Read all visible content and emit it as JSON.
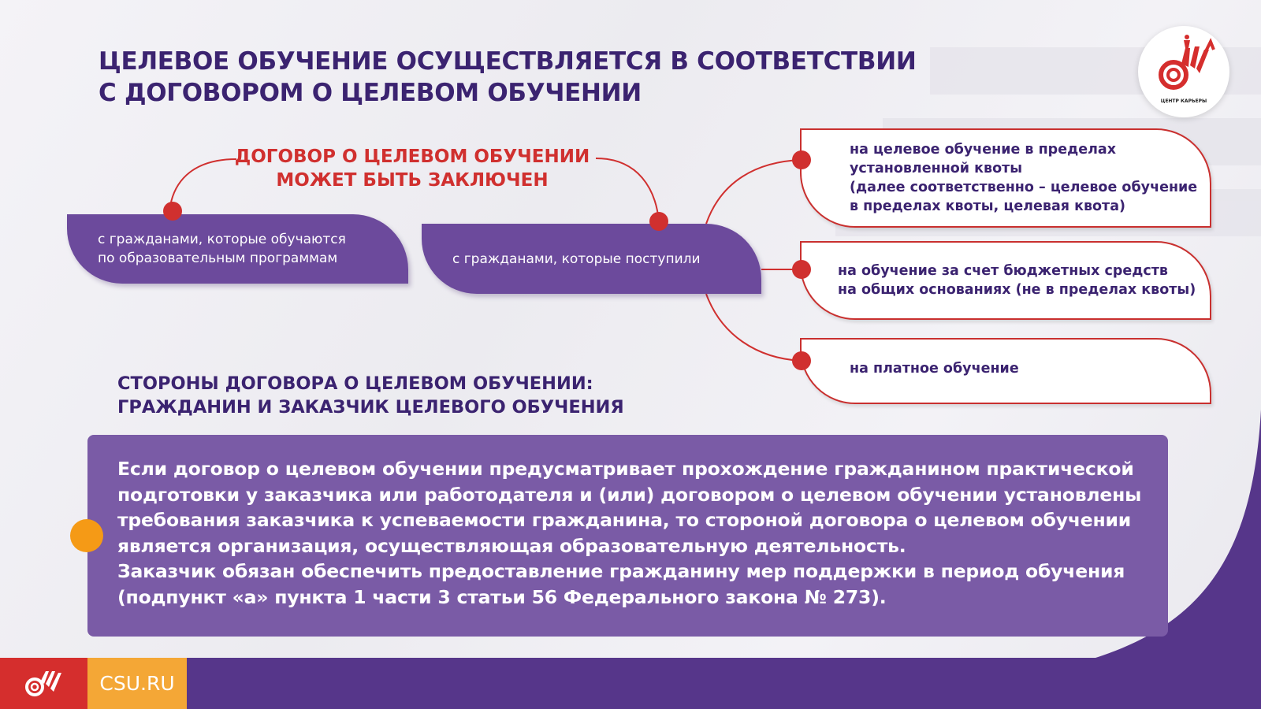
{
  "title": {
    "line1": "ЦЕЛЕВОЕ ОБУЧЕНИЕ ОСУЩЕСТВЛЯЕТСЯ В СООТВЕТСТВИИ",
    "line2": "С ДОГОВОРОМ О ЦЕЛЕВОМ ОБУЧЕНИИ"
  },
  "logo": {
    "text": "ЦЕНТР КАРЬЕРЫ"
  },
  "contract_heading": {
    "line1": "ДОГОВОР О ЦЕЛЕВОМ ОБУЧЕНИИ",
    "line2": "МОЖЕТ БЫТЬ ЗАКЛЮЧЕН"
  },
  "pills": [
    {
      "line1": "с гражданами, которые обучаются",
      "line2": "по образовательным программам"
    },
    {
      "line1": "с гражданами, которые поступили"
    }
  ],
  "options": [
    {
      "lines": [
        "на целевое обучение в пределах",
        "установленной квоты",
        "(далее соответственно – целевое обучение",
        "в пределах квоты, целевая квота)"
      ]
    },
    {
      "lines": [
        "на обучение за счет бюджетных средств",
        "на общих основаниях (не в пределах квоты)"
      ]
    },
    {
      "lines": [
        "на платное обучение"
      ]
    }
  ],
  "parties": {
    "line1": "СТОРОНЫ ДОГОВОРА О ЦЕЛЕВОМ ОБУЧЕНИИ:",
    "line2": "ГРАЖДАНИН И ЗАКАЗЧИК ЦЕЛЕВОГО ОБУЧЕНИЯ"
  },
  "note": {
    "lines": [
      "Если договор о целевом обучении предусматривает прохождение гражданином практической",
      "подготовки у заказчика или работодателя и (или) договором о целевом обучении установлены",
      "требования заказчика к успеваемости гражданина, то стороной договора о целевом обучении",
      "является организация, осуществляющая образовательную деятельность.",
      "Заказчик обязан обеспечить предоставление гражданину мер поддержки в период обучения",
      "(подпункт «а» пункта 1 части 3 статьи 56 Федерального закона № 273)."
    ]
  },
  "footer": {
    "site": "CSU.RU"
  },
  "colors": {
    "purple": "#6c4a9c",
    "red": "#d0302f",
    "orange": "#f4a736",
    "dark": "#3b2370"
  }
}
